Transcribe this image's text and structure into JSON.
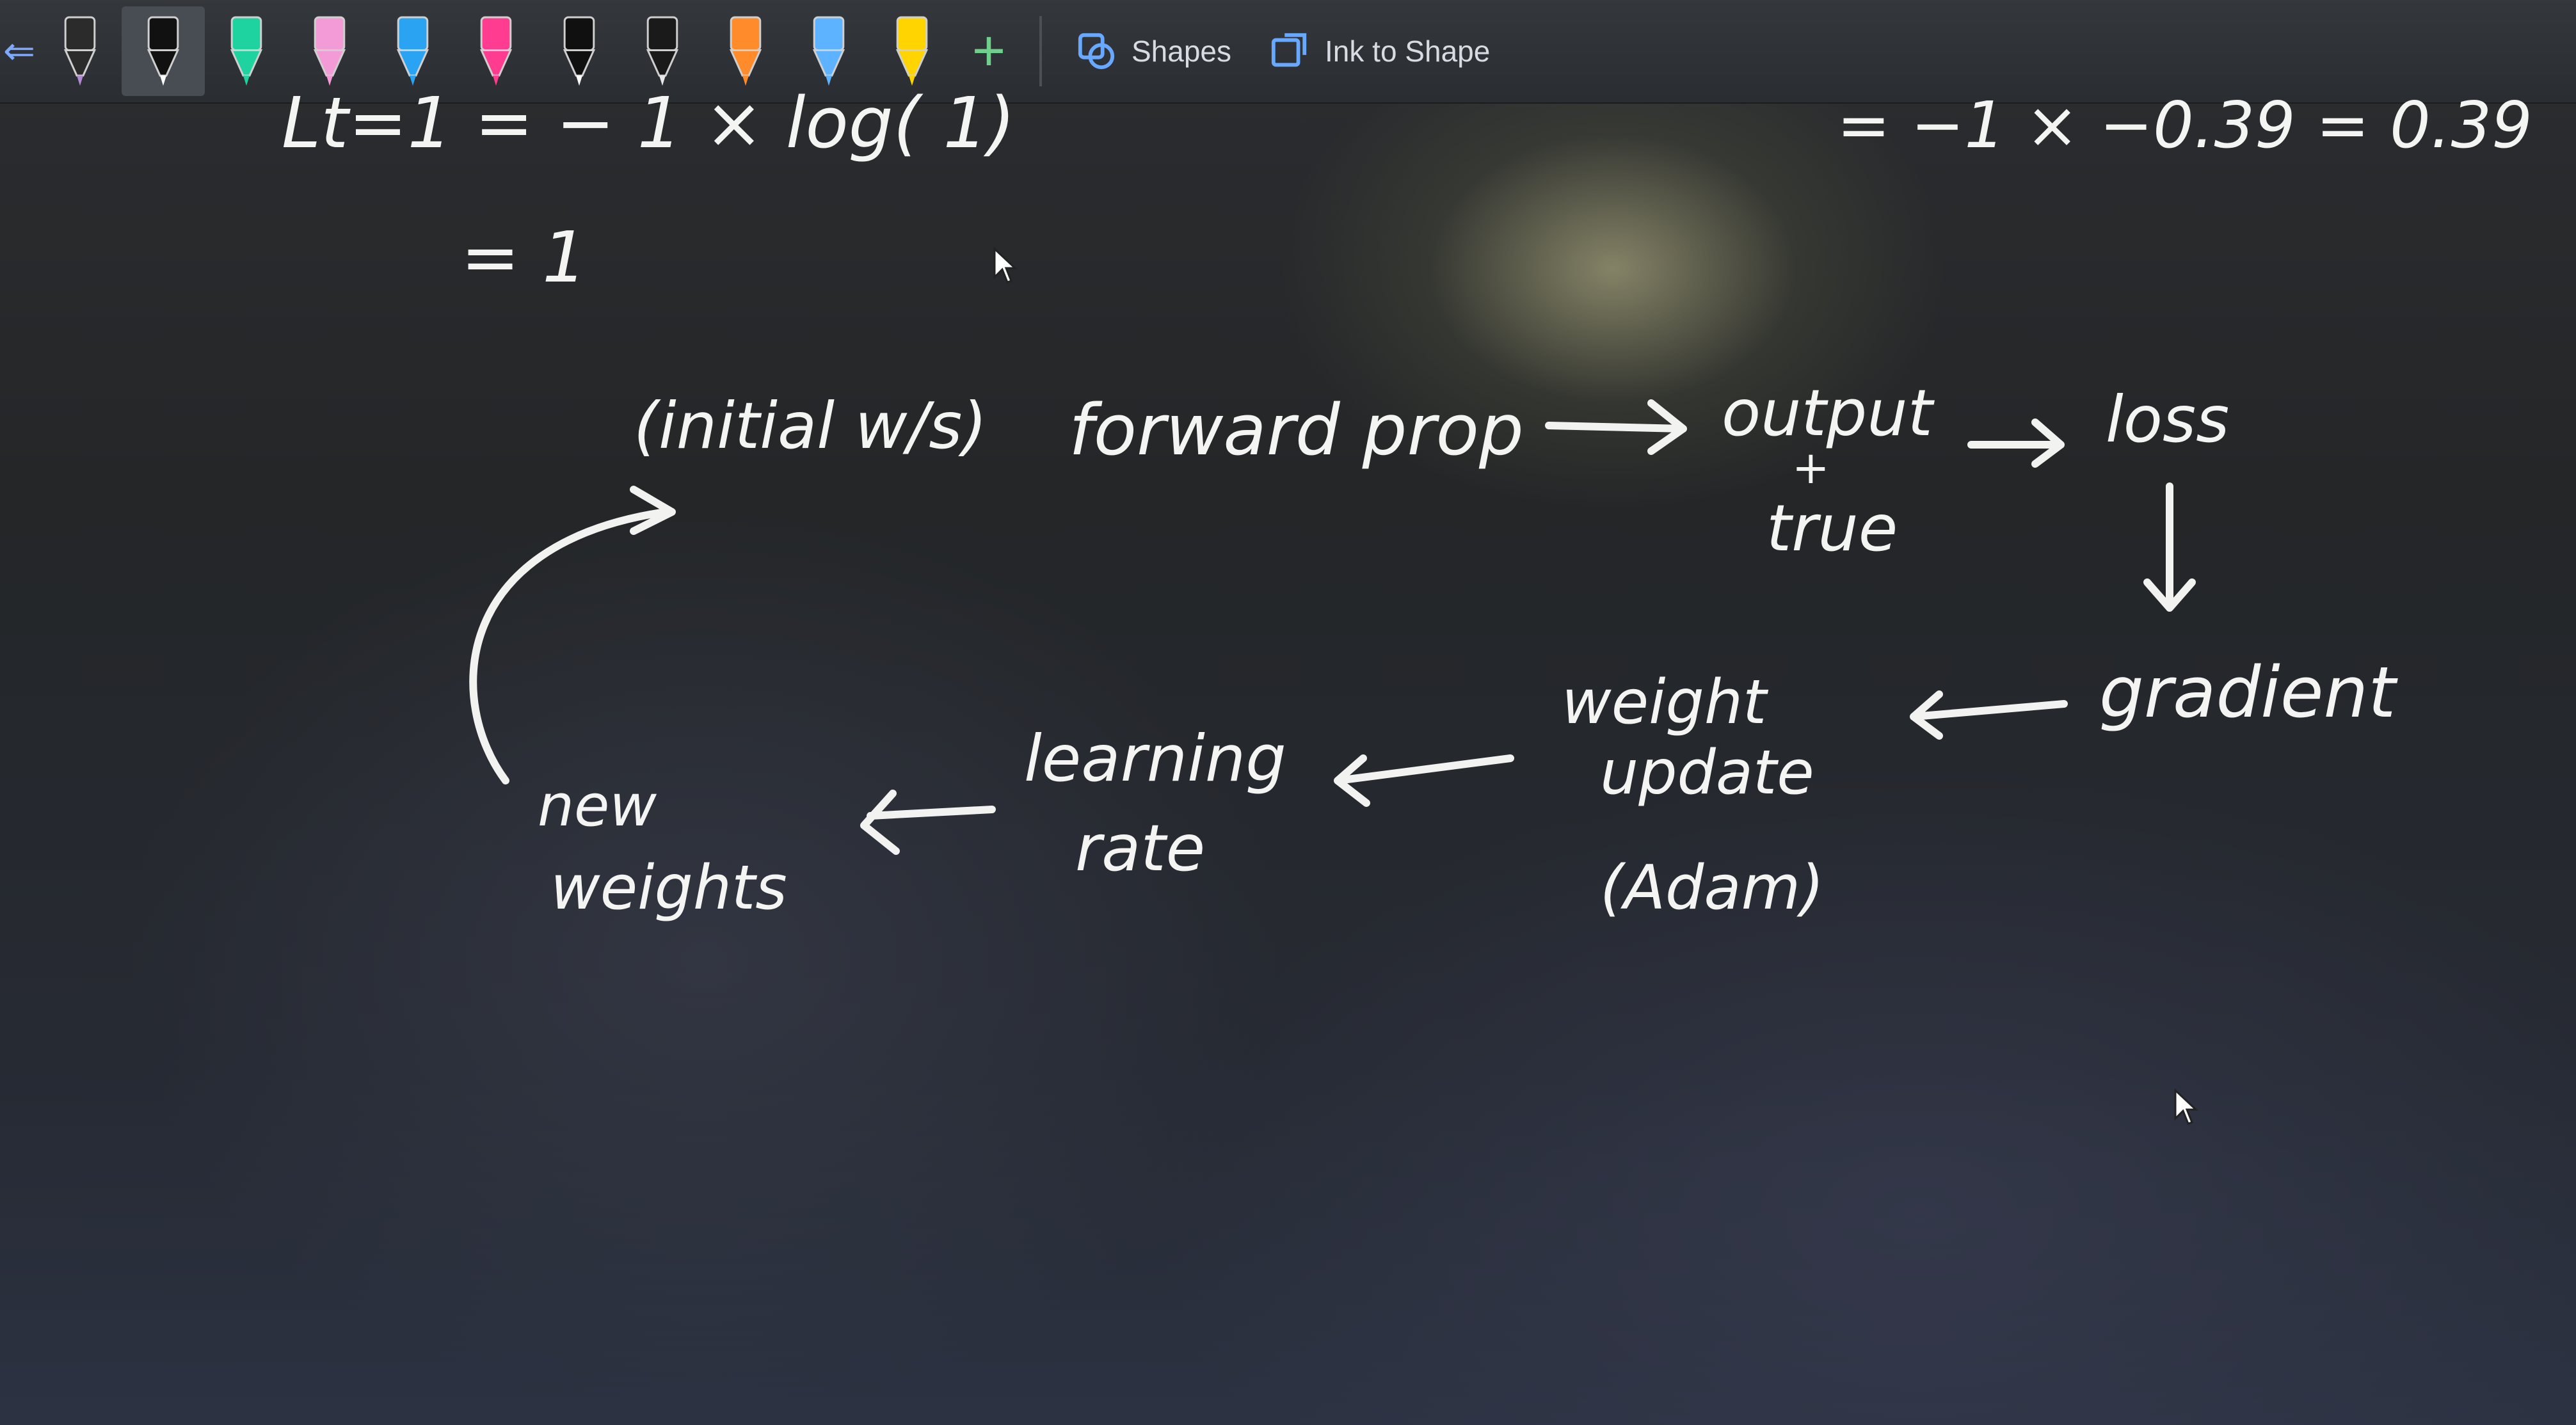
{
  "toolbar": {
    "back_icon": "left-arrow-icon",
    "pens": [
      {
        "name": "pen-black-purple",
        "color": "#2b2b2b",
        "tip": "#b48ad8"
      },
      {
        "name": "pen-black-selected",
        "color": "#111111",
        "tip": "#ffffff"
      },
      {
        "name": "pen-teal",
        "color": "#1fd3a0",
        "tip": "#1fd3a0"
      },
      {
        "name": "pen-pink",
        "color": "#f29bd7",
        "tip": "#f29bd7"
      },
      {
        "name": "pen-blue",
        "color": "#29a3f2",
        "tip": "#29a3f2"
      },
      {
        "name": "pen-magenta",
        "color": "#ff3c8f",
        "tip": "#ff3c8f"
      },
      {
        "name": "highlighter-black",
        "color": "#101010",
        "tip": "#ffffff"
      },
      {
        "name": "pen-black-galaxy",
        "color": "#1a1a1a",
        "tip": "#e8e8e8"
      },
      {
        "name": "pen-orange",
        "color": "#ff8b2b",
        "tip": "#ff8b2b"
      },
      {
        "name": "pen-lightblue",
        "color": "#5db3ff",
        "tip": "#5db3ff"
      },
      {
        "name": "pen-yellow",
        "color": "#ffd400",
        "tip": "#ffd400"
      }
    ],
    "add_label": "+",
    "shapes_label": "Shapes",
    "ink_to_shape_label": "Ink to Shape"
  },
  "ink": {
    "top_left_eq": "Lt=1 =  − 1 × log( 1)",
    "top_right_eq": "= −1 × −0.39 = 0.39",
    "result": "= 1",
    "initial": "(initial w/s)",
    "forward": "forward prop",
    "output": "output",
    "plus": "+",
    "true": "true",
    "loss": "loss",
    "gradient": "gradient",
    "weight": "weight",
    "update": "update",
    "adam": "(Adam)",
    "learning": "learning",
    "rate": "rate",
    "new": "new",
    "weights": "weights"
  }
}
